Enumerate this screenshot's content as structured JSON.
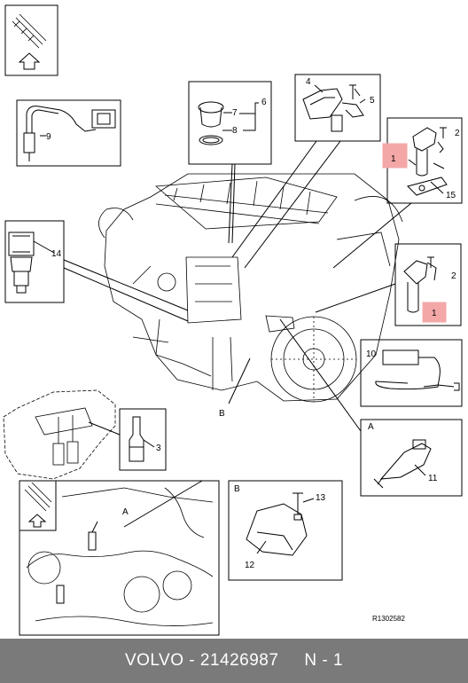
{
  "callouts": {
    "n1a": "1",
    "n1b": "1",
    "n2a": "2",
    "n2b": "2",
    "n3": "3",
    "n4": "4",
    "n5": "5",
    "n6": "6",
    "n7": "7",
    "n8": "8",
    "n9": "9",
    "n10": "10",
    "n11": "11",
    "n12": "12",
    "n13": "13",
    "n14": "14",
    "n15": "15"
  },
  "letters": {
    "a1": "A",
    "a2": "A",
    "b1": "B",
    "b2": "B"
  },
  "reference": "R1302582",
  "footer": {
    "brand": "VOLVO",
    "sep1": " - ",
    "part": "21426987",
    "gap": "     ",
    "qty": "N - 1"
  },
  "colors": {
    "footer_bg": "#7a7a7a",
    "highlight": "#f4a7a7",
    "line": "#000000"
  },
  "icons": [
    "up-arrow-icon",
    "vehicle-silhouette-icon"
  ]
}
